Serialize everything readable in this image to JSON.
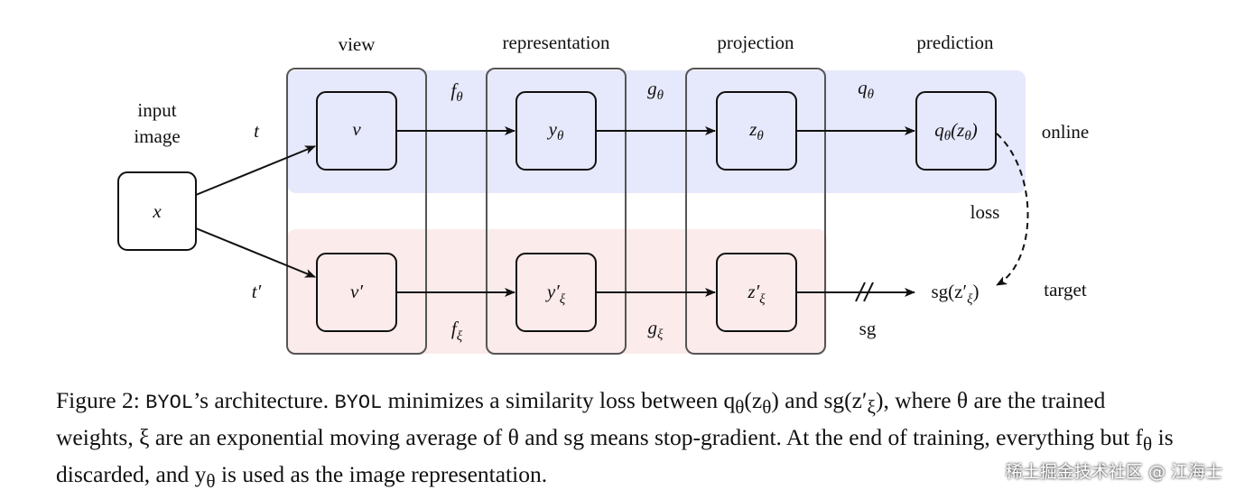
{
  "columns": {
    "view": "view",
    "representation": "representation",
    "projection": "projection",
    "prediction": "prediction"
  },
  "input": {
    "line1": "input",
    "line2": "image",
    "node": "x"
  },
  "branch": {
    "t": "t",
    "t_prime": "t′"
  },
  "online": {
    "label": "online",
    "nodes": {
      "v": "v",
      "y": "y",
      "y_sub": "θ",
      "z": "z",
      "z_sub": "θ",
      "q_pre": "q",
      "q_sub": "θ",
      "q_arg": "(z",
      "q_arg_sub": "θ",
      "q_close": ")"
    },
    "funcs": {
      "f": "f",
      "f_sub": "θ",
      "g": "g",
      "g_sub": "θ",
      "q": "q",
      "q_sub": "θ"
    }
  },
  "target": {
    "label": "target",
    "nodes": {
      "v": "v′",
      "y": "y′",
      "y_sub": "ξ",
      "z": "z′",
      "z_sub": "ξ",
      "sg_pre": "sg(z′",
      "sg_sub": "ξ",
      "sg_close": ")"
    },
    "funcs": {
      "f": "f",
      "f_sub": "ξ",
      "g": "g",
      "g_sub": "ξ",
      "sg": "sg"
    }
  },
  "loss": "loss",
  "caption": {
    "fig": "Figure 2:",
    "byol1": "BYOL",
    "t1": "’s architecture.",
    "byol2": "BYOL",
    "t2": " minimizes a similarity loss between q",
    "t2_sub": "θ",
    "t3": "(z",
    "t3_sub": "θ",
    "t4": ") and sg(z′",
    "t4_sub": "ξ",
    "t5": "), where θ are the trained weights, ξ are an exponential moving average of θ and sg means stop-gradient. At the end of training, everything but f",
    "t5_sub": "θ",
    "t6": " is discarded, and y",
    "t6_sub": "θ",
    "t7": " is used as the image representation."
  },
  "watermark": "稀土掘金技术社区 @ 江海士",
  "colors": {
    "online_bg": "#e6e8fb",
    "target_bg": "#fcebeb",
    "column_border": "#555555",
    "node_border": "#111111"
  }
}
